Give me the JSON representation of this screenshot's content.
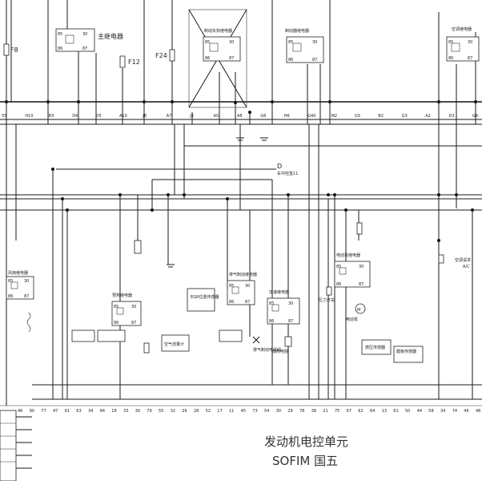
{
  "relays": {
    "main_relay": "主继电器",
    "fuel_pump_relay": "制动失效继电器",
    "brake_relay": "制动器继电器",
    "ac_relay": "空调继电器",
    "fan_relay": "风扇继电器",
    "glow_relay": "预热继电器",
    "exhaust_relay": "排气制动继电器",
    "accel_relay": "加速继电器",
    "electric_pump_relay": "电动泵继电器"
  },
  "fuses": {
    "f8": "F8",
    "f12": "F12",
    "f24": "F24"
  },
  "components": {
    "bus_name": "车中控盒11",
    "bus_letter": "D",
    "air_flow_meter": "空气流量计",
    "egr_sensor": "EGR位置传感器",
    "pump": "电动泵",
    "pressure_sensor": "燃压传感器",
    "pedal_sensor": "踏板传感器",
    "ac_switch": "空调请求",
    "ac_label": "A/C",
    "exhaust_valve": "排气制动电磁阀",
    "heater": "加热电阻",
    "pressure_switch": "压力开关"
  },
  "top_pins": [
    "55",
    "H10",
    "B3",
    "D4",
    "D5",
    "A10",
    "J8",
    "A7",
    "J3",
    "A5",
    "A8",
    "G6",
    "H6",
    "G40",
    "M2",
    "G5",
    "B2",
    "G3",
    "A2",
    "D3",
    "G4"
  ],
  "bottom_pins": [
    "46",
    "90",
    "77",
    "47",
    "61",
    "63",
    "34",
    "84",
    "18",
    "33",
    "30",
    "79",
    "55",
    "32",
    "26",
    "28",
    "52",
    "17",
    "11",
    "45",
    "73",
    "54",
    "30",
    "29",
    "78",
    "38",
    "21",
    "75",
    "67",
    "62",
    "64",
    "13",
    "61",
    "50",
    "44",
    "58",
    "34",
    "74",
    "46",
    "48"
  ],
  "title_cn": "发动机电控单元",
  "subtitle": "SOFIM 国五"
}
